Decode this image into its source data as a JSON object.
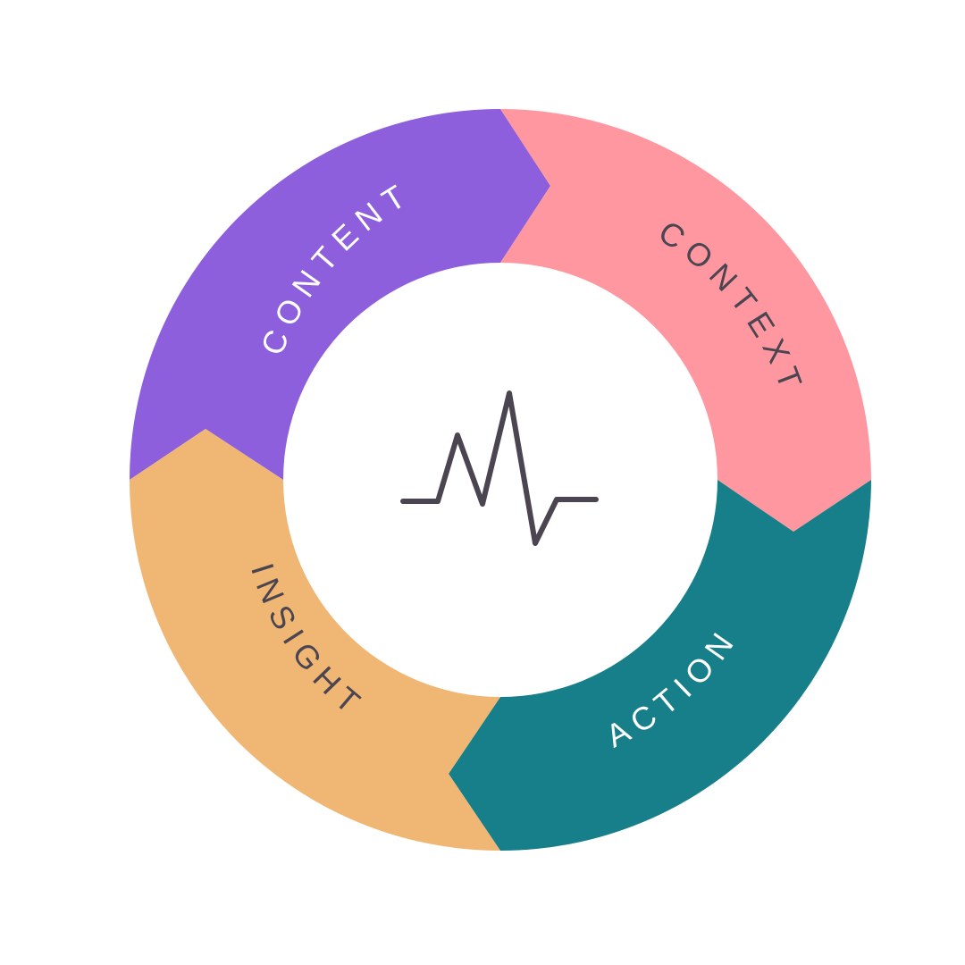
{
  "diagram": {
    "segments": [
      {
        "key": "content",
        "label": "CONTENT",
        "color": "#8e5fdc",
        "label_color": "#ffffff"
      },
      {
        "key": "context",
        "label": "CONTEXT",
        "color": "#ff97a0",
        "label_color": "#4a4550"
      },
      {
        "key": "action",
        "label": "ACTION",
        "color": "#167f89",
        "label_color": "#ffffff"
      },
      {
        "key": "insight",
        "label": "INSIGHT",
        "color": "#efb674",
        "label_color": "#4a4550"
      }
    ],
    "center_icon": "pulse-heartbeat-icon",
    "icon_color": "#4a4550",
    "background": "#ffffff"
  }
}
